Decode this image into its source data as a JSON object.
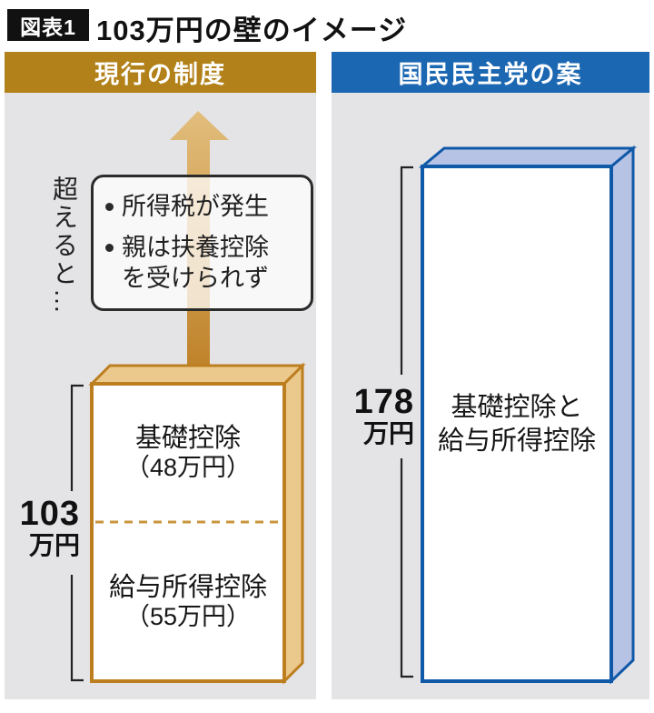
{
  "figure": {
    "badge": "図表1",
    "title": "103万円の壁のイメージ"
  },
  "panels": {
    "current": {
      "header": "現行の制度"
    },
    "proposal": {
      "header": "国民民主党の案"
    }
  },
  "current_system": {
    "exceed_label": "超えると…",
    "callout_items": [
      "所得税が発生",
      "親は扶養控除を受けられず"
    ],
    "bar": {
      "amount_value": "103",
      "amount_unit": "万円",
      "top_segment": {
        "name": "基礎控除",
        "amount": "（48万円）"
      },
      "bottom_segment": {
        "name": "給与所得控除",
        "amount": "（55万円）"
      }
    }
  },
  "proposal": {
    "bar": {
      "amount_value": "178",
      "amount_unit": "万円",
      "label_line1": "基礎控除と",
      "label_line2": "給与所得控除"
    }
  },
  "colors": {
    "gold_header": "#B28119",
    "gold_border": "#BD7E1F",
    "gold_face": "#EBC98C",
    "arrow_top": "#E2BD7C",
    "arrow_bottom": "#BE8026",
    "blue_header": "#1B67B2",
    "blue_border": "#1058A8",
    "blue_face": "#B7C3E5",
    "panel_bg": "#E4E4E6",
    "badge_bg": "#111111"
  },
  "chart_data": {
    "type": "bar",
    "title": "103万円の壁のイメージ",
    "categories": [
      "現行の制度",
      "国民民主党の案"
    ],
    "unit": "万円",
    "series": [
      {
        "name": "基礎控除（48万円）",
        "values": [
          48,
          0
        ]
      },
      {
        "name": "給与所得控除（55万円）",
        "values": [
          55,
          0
        ]
      },
      {
        "name": "基礎控除と給与所得控除",
        "values": [
          0,
          178
        ]
      }
    ],
    "totals": [
      103,
      178
    ],
    "ylim": [
      0,
      178
    ],
    "annotations": [
      "超えると… 所得税が発生",
      "超えると… 親は扶養控除を受けられず"
    ],
    "legend": false,
    "grid": false
  }
}
